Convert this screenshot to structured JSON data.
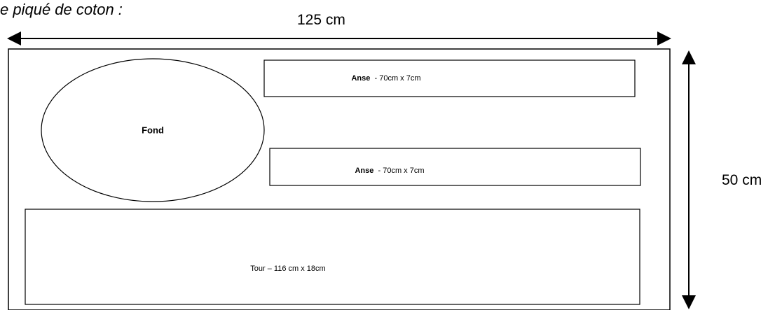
{
  "caption": "e piqué de coton :",
  "dimensions": {
    "width_label": "125 cm",
    "height_label": "50 cm"
  },
  "pieces": {
    "fond": {
      "label": "Fond"
    },
    "anse_top": {
      "name": "Anse",
      "size": "  - 70cm x 7cm"
    },
    "anse_bottom": {
      "name": "Anse",
      "size": "  - 70cm x 7cm"
    },
    "tour": {
      "label": "Tour – 116 cm x 18cm"
    }
  }
}
